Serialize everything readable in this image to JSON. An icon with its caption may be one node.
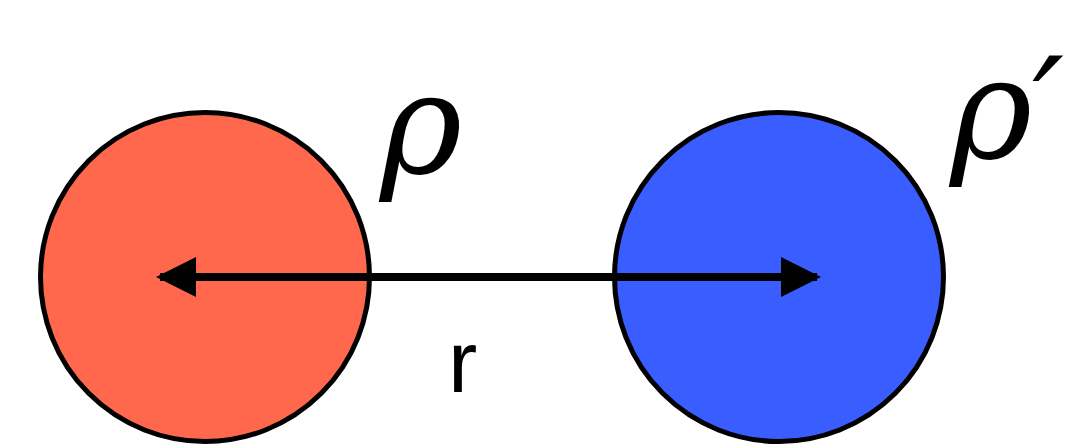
{
  "diagram": {
    "nodes": [
      {
        "text": [],
        "shape": "circle",
        "beside": [
          "ρ"
        ]
      },
      {
        "text": [],
        "shape": "circle",
        "beside": [
          "ρ′"
        ]
      }
    ],
    "edges": [
      {
        "from": 0,
        "to": 1,
        "arrow": "both",
        "label": "r"
      }
    ]
  }
}
